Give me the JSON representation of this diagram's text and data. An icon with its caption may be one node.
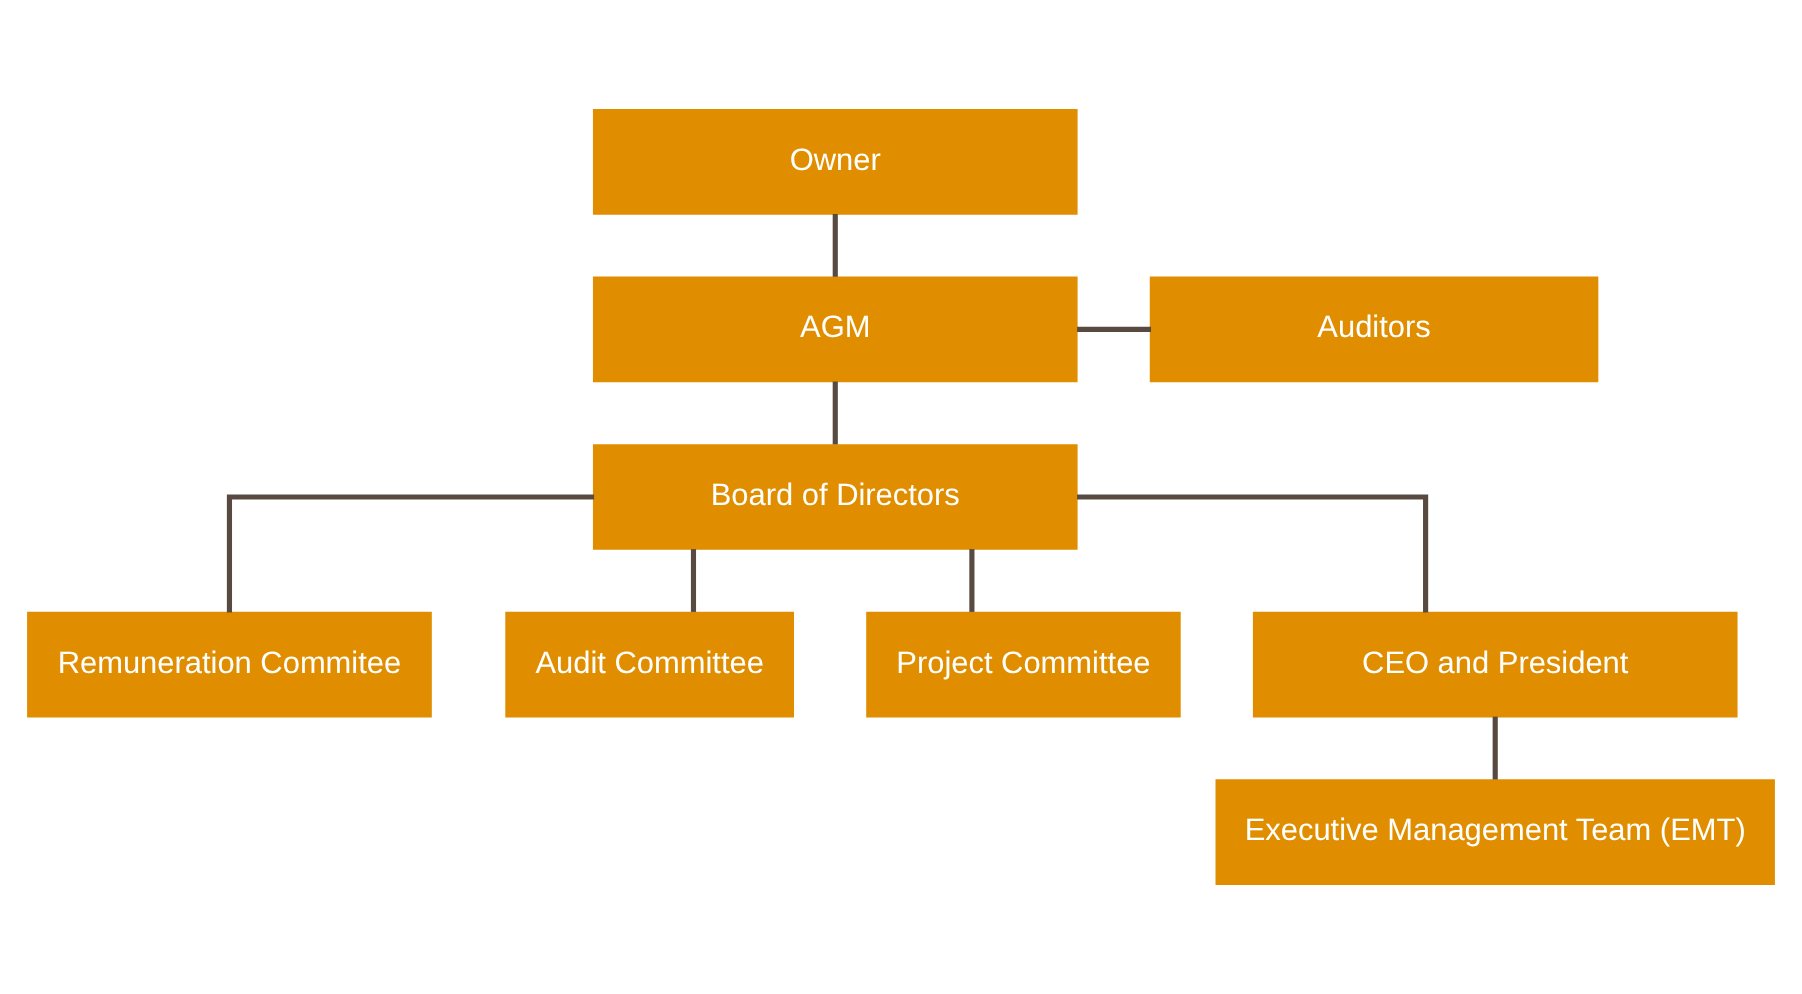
{
  "diagram": {
    "nodes": [
      {
        "text": [
          "Owner"
        ]
      },
      {
        "text": [
          "AGM"
        ]
      },
      {
        "text": [
          "Auditors"
        ]
      },
      {
        "text": [
          "Board of Directors"
        ]
      },
      {
        "text": [
          "Remuneration Commitee"
        ]
      },
      {
        "text": [
          "Audit Committee"
        ]
      },
      {
        "text": [
          "Project Committee"
        ]
      },
      {
        "text": [
          "CEO and President"
        ]
      },
      {
        "text": [
          "Executive Management Team (EMT)"
        ]
      }
    ],
    "edges": [
      {
        "from": 0,
        "to": 1,
        "arrow": "none"
      },
      {
        "from": 1,
        "to": 2,
        "arrow": "none"
      },
      {
        "from": 1,
        "to": 3,
        "arrow": "none"
      },
      {
        "from": 3,
        "to": 4,
        "arrow": "none"
      },
      {
        "from": 3,
        "to": 5,
        "arrow": "none"
      },
      {
        "from": 3,
        "to": 6,
        "arrow": "none"
      },
      {
        "from": 3,
        "to": 7,
        "arrow": "none"
      },
      {
        "from": 7,
        "to": 8,
        "arrow": "none"
      }
    ]
  }
}
